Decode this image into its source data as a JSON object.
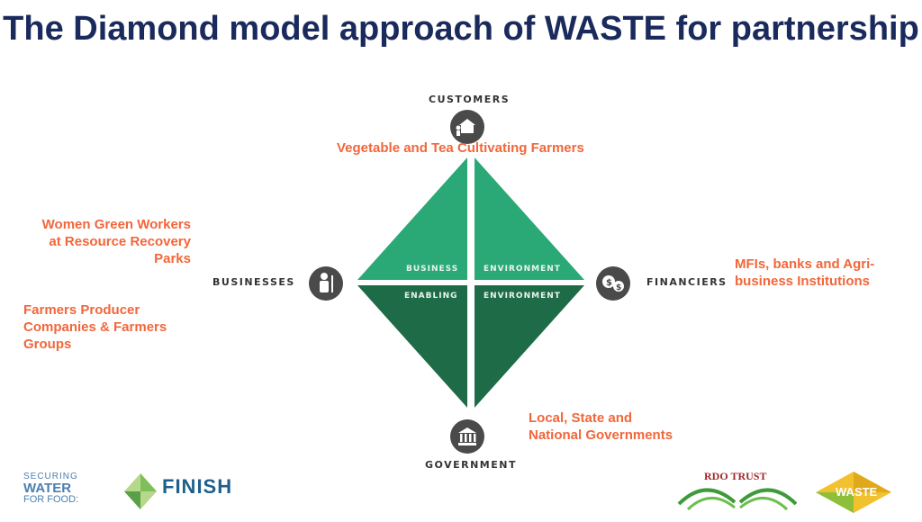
{
  "title": "The Diamond model approach of WASTE for partnership",
  "nodes": {
    "customers": "CUSTOMERS",
    "businesses": "BUSINESSES",
    "financiers": "FINANCIERS",
    "government": "GOVERNMENT"
  },
  "diamond": {
    "top_left": "BUSINESS",
    "top_right": "ENVIRONMENT",
    "bottom_left": "ENABLING",
    "bottom_right": "ENVIRONMENT"
  },
  "annotations": {
    "customers": "Vegetable and Tea Cultivating Farmers",
    "businesses_1": [
      "Women Green Workers",
      "at Resource Recovery",
      "Parks"
    ],
    "businesses_2": [
      "Farmers Producer",
      "Companies & Farmers",
      "Groups"
    ],
    "financiers": [
      "MFIs, banks and Agri-",
      "business Institutions"
    ],
    "government": [
      "Local, State and",
      "National Governments"
    ]
  },
  "logos": {
    "securing_water": [
      "SECURING",
      "WATER",
      "FOR FOOD:"
    ],
    "finish": "FINISH",
    "rdo": "RDO TRUST",
    "waste": "WASTE"
  },
  "colors": {
    "title": "#1a2a5c",
    "accent": "#f2663a",
    "diamond_top": "#2aa876",
    "diamond_bottom": "#1e6b47"
  }
}
